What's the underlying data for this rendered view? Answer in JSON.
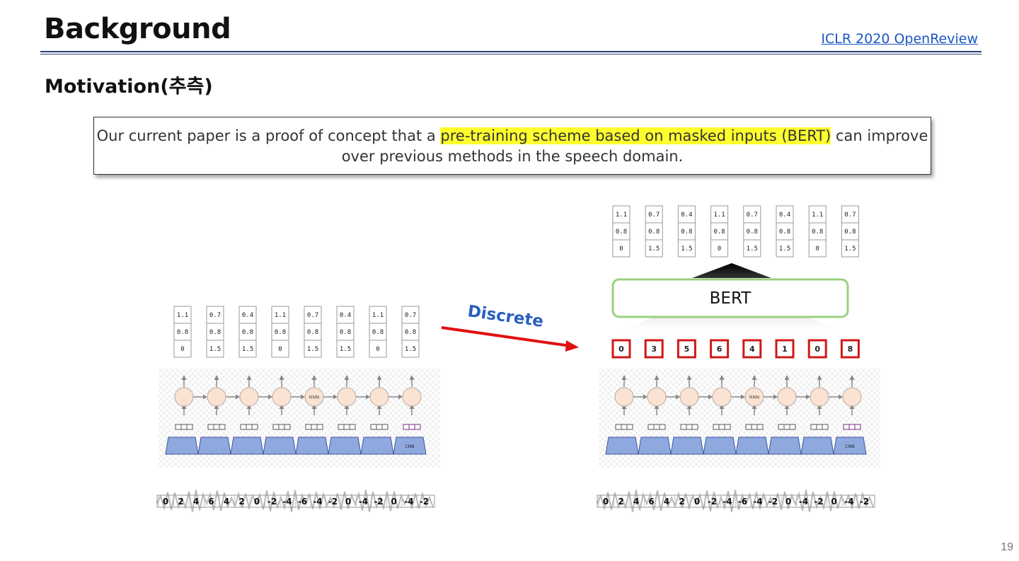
{
  "slide": {
    "title": "Background",
    "reference": "ICLR 2020 OpenReview",
    "subtitle": "Motivation(추측)",
    "quote_before": "Our current paper is a proof of concept that a ",
    "quote_highlight": "pre-training scheme based on masked inputs (BERT)",
    "quote_after": " can improve over previous methods in the speech domain.",
    "page_number": "19"
  },
  "diagram": {
    "arrow_label": "Discrete",
    "bert_label": "BERT",
    "rnn_label": "RNN",
    "cnn_label": "CNN",
    "continuous_vectors": [
      [
        "1.1",
        "0.8",
        "0"
      ],
      [
        "0.7",
        "0.8",
        "1.5"
      ],
      [
        "0.4",
        "0.8",
        "1.5"
      ],
      [
        "1.1",
        "0.8",
        "0"
      ],
      [
        "0.7",
        "0.8",
        "1.5"
      ],
      [
        "0.4",
        "0.8",
        "1.5"
      ],
      [
        "1.1",
        "0.8",
        "0"
      ],
      [
        "0.7",
        "0.8",
        "1.5"
      ]
    ],
    "discrete_tokens": [
      "0",
      "3",
      "5",
      "6",
      "4",
      "1",
      "0",
      "8"
    ],
    "waveform_samples": [
      "0",
      "2",
      "4",
      "6",
      "4",
      "2",
      "0",
      "-2",
      "-4",
      "-6",
      "-4",
      "-2",
      "0",
      "-4",
      "-2",
      "0",
      "-4",
      "-2"
    ],
    "colors": {
      "highlight": "#ffff2e",
      "arrow": "#e01010",
      "arrow_label": "#2a5fbf",
      "bert_border": "#9bd07e",
      "token_border": "#d01818",
      "rnn_fill": "#fbe3d4",
      "cnn_fill": "#8fa9de"
    }
  }
}
